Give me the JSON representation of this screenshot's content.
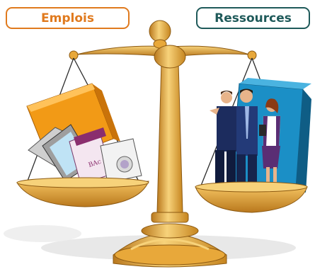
{
  "labels": {
    "left": "Emplois",
    "right": "Ressources"
  },
  "illustration": {
    "left_pan_items": [
      "orange-folder-icon",
      "computer-icon",
      "document-stack-icon",
      "washing-machine-icon"
    ],
    "right_pan_items": [
      "business-people-icon",
      "blue-book-icon"
    ],
    "document_text": "BAc"
  },
  "colors": {
    "gold": "#e8a83a",
    "gold_dark": "#b9781d",
    "gold_light": "#f7d27a",
    "left_accent": "#e07a1e",
    "right_accent": "#1f5a5a",
    "book_blue": "#1b8fc6",
    "folder_orange": "#f29a16"
  }
}
